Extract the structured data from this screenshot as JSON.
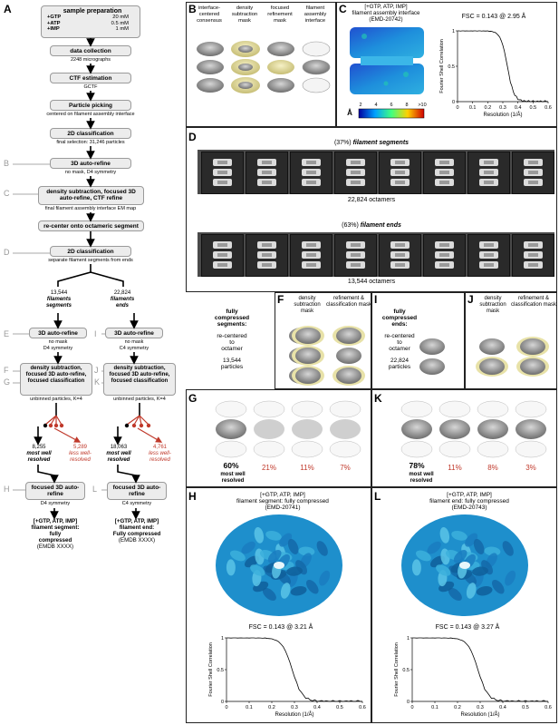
{
  "panelA": {
    "letter": "A",
    "prep": {
      "title": "sample preparation",
      "rows": [
        [
          "+GTP",
          "20 mM"
        ],
        [
          "+ATP",
          "0.5 mM"
        ],
        [
          "+IMP",
          "1 mM"
        ]
      ]
    },
    "data_collection": {
      "title": "data collection",
      "sub": "2248 micrographs"
    },
    "ctf": {
      "title": "CTF estimation",
      "sub": "GCTF"
    },
    "picking": {
      "title": "Particle picking",
      "sub": "centered on filament assembly interface"
    },
    "class2d": {
      "title": "2D classification",
      "sub": "final selection: 31,246 particles"
    },
    "refineB": {
      "title": "3D auto-refine",
      "sub": "no mask, D4 symmetry",
      "tag": "B"
    },
    "densityC": {
      "title": "density subtraction, focused 3D auto-refine, CTF refine",
      "sub": "final filament assembly interface EM map",
      "tag": "C"
    },
    "recenter": {
      "title": "re-center onto octameric segment"
    },
    "class2dD": {
      "title": "2D classification",
      "sub": "separate filament segments from ends",
      "tag": "D"
    },
    "left": {
      "count": "13,544",
      "label1": "filaments",
      "label2": "segments",
      "refine": {
        "title": "3D auto-refine",
        "sub1": "no mask",
        "sub2": "D4 symmetry",
        "tag": "E"
      },
      "density": {
        "title": "density subtraction, focused 3D auto-refine, focused classification",
        "sub": "unbinned particles, K=4",
        "tagF": "F",
        "tagG": "G"
      },
      "best_count": "8,255",
      "best_l1": "most well",
      "best_l2": "resolved",
      "less_count": "5,289",
      "less_l1": "less well-",
      "less_l2": "resolved",
      "focused": {
        "title": "focused 3D auto-refine",
        "sub": "D4 symmetry",
        "tag": "H"
      },
      "final1": "[+GTP, ATP, IMP]",
      "final2": "filament segment:",
      "final3": "fully",
      "final4": "compressed",
      "final5": "(EMDB XXXX)"
    },
    "right": {
      "count": "22,824",
      "label1": "filaments",
      "label2": "ends",
      "refine": {
        "title": "3D auto-refine",
        "sub1": "no mask",
        "sub2": "C4 symmetry",
        "tag": "I"
      },
      "density": {
        "title": "density subtraction, focused 3D auto-refine, focused classification",
        "sub": "unbinned particles, K=4",
        "tagJ": "J",
        "tagK": "K"
      },
      "best_count": "18,063",
      "best_l1": "most well",
      "best_l2": "resolved",
      "less_count": "4,761",
      "less_l1": "less well-",
      "less_l2": "resolved",
      "focused": {
        "title": "focused 3D auto-refine",
        "sub": "C4 symmetry",
        "tag": "L"
      },
      "final1": "[+GTP, ATP, IMP]",
      "final2": "filament end:",
      "final3": "Fully compressed",
      "final4": "(EMDB XXXX)"
    }
  },
  "panelB": {
    "letter": "B",
    "labels": [
      "interface-centered consensus",
      "density subtraction mask",
      "focused refinement mask",
      "filament assembly interface"
    ]
  },
  "panelC": {
    "letter": "C",
    "title1": "[+GTP, ATP, IMP]",
    "title2": "filament assembly interface",
    "title3": "(EMD-20742)",
    "fsc": "FSC = 0.143 @ 2.95 Å",
    "colorbar_unit": "Å",
    "colorbar_ticks": [
      "2",
      "4",
      "6",
      "8",
      ">10"
    ],
    "ylabel": "Fourier Shell Correlation",
    "xlabel": "Resolution (1/Å)",
    "xticks": [
      "0",
      "0.1",
      "0.2",
      "0.3",
      "0.4",
      "0.5",
      "0.6"
    ],
    "yticks": [
      "0",
      "0.5",
      "1"
    ]
  },
  "panelD": {
    "letter": "D",
    "top_pct": "(37%)",
    "top_label": "filament segments",
    "top_count": "22,824 octamers",
    "bot_pct": "(63%)",
    "bot_label": "filament ends",
    "bot_count": "13,544 octamers"
  },
  "panelE": {
    "t1": "fully",
    "t2": "compressed",
    "t3": "segments:",
    "s1": "re-centered",
    "s2": "to",
    "s3": "octamer",
    "n1": "13,544",
    "n2": "particles"
  },
  "panelF": {
    "letter": "F",
    "l1": "density subtraction mask",
    "l2": "refinement & classification mask"
  },
  "panelI": {
    "letter": "I",
    "t1": "fully",
    "t2": "compressed",
    "t3": "ends:",
    "s1": "re-centered",
    "s2": "to",
    "s3": "octamer",
    "n1": "22,824",
    "n2": "particles"
  },
  "panelJ": {
    "letter": "J",
    "l1": "density subtraction mask",
    "l2": "refinement & classification mask"
  },
  "panelG": {
    "letter": "G",
    "pcts": [
      "60%",
      "21%",
      "11%",
      "7%"
    ],
    "best1": "most well",
    "best2": "resolved"
  },
  "panelK": {
    "letter": "K",
    "pcts": [
      "78%",
      "11%",
      "8%",
      "3%"
    ],
    "best1": "most well",
    "best2": "resolved"
  },
  "panelH": {
    "letter": "H",
    "t1": "[+GTP, ATP, IMP]",
    "t2": "filament segment: fully compressed",
    "t3": "(EMD-20741)",
    "fsc": "FSC = 0.143 @ 3.21 Å",
    "ylabel": "Fourier Shell Correlation",
    "xlabel": "Resolution (1/Å)"
  },
  "panelL": {
    "letter": "L",
    "t1": "[+GTP, ATP, IMP]",
    "t2": "filament end: fully compressed",
    "t3": "(EMD-20743)",
    "fsc": "FSC = 0.143 @ 3.27 Å",
    "ylabel": "Fourier Shell Correlation",
    "xlabel": "Resolution (1/Å)"
  },
  "colors": {
    "red": "#c0392b",
    "mask_yellow": "#e8e2a8",
    "map_blue": "#1e8fcc",
    "box_gray": "#ececec"
  }
}
